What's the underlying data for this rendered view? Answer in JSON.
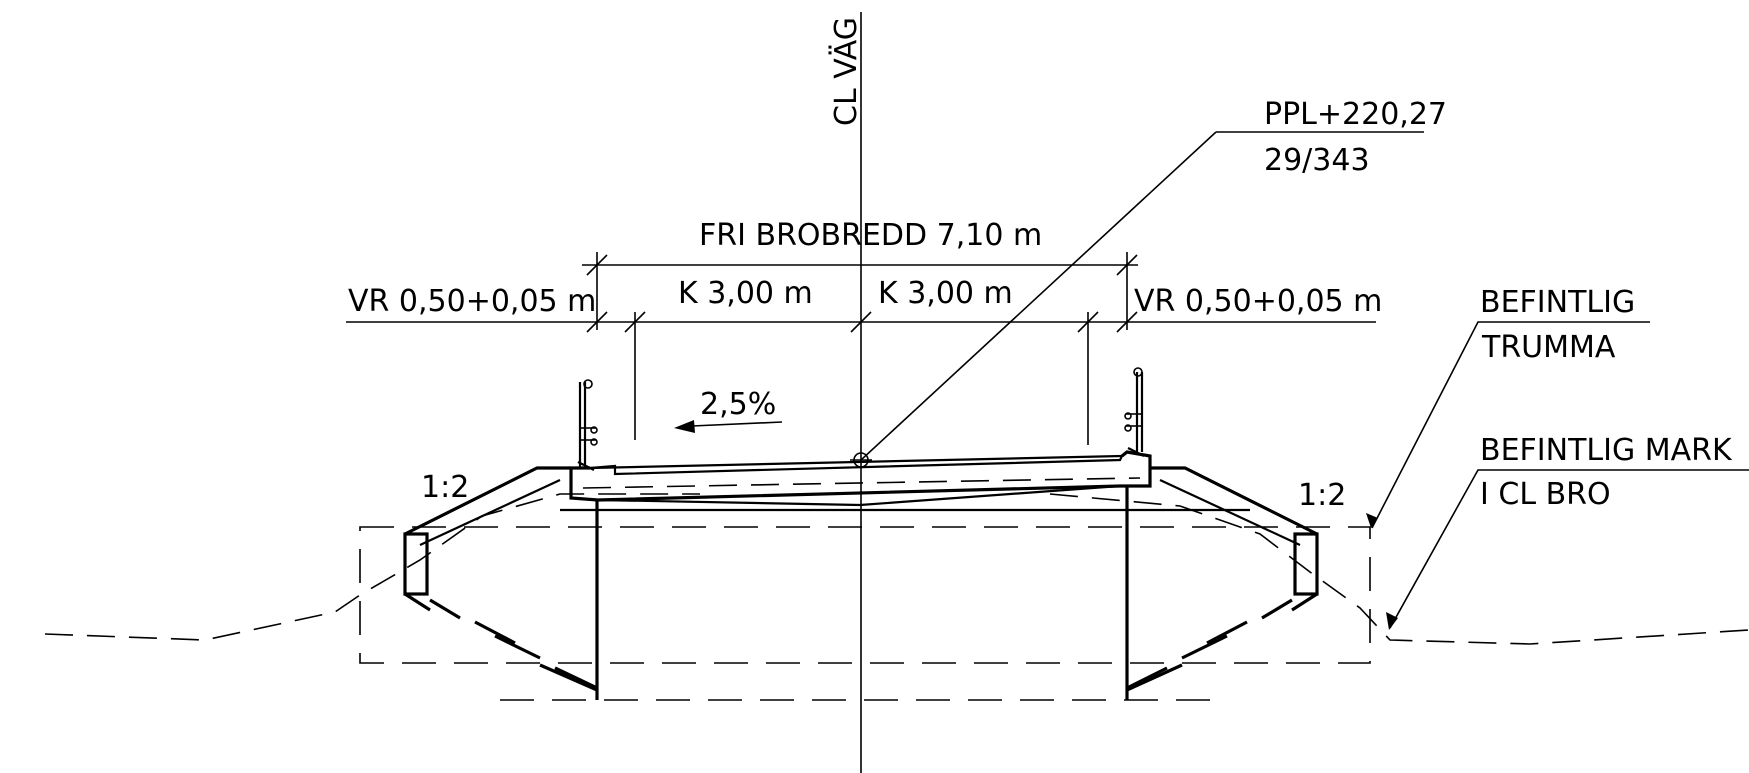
{
  "labels": {
    "centerline": "CL VÄG",
    "ppl": "PPL+220,27",
    "ppl_sub": "29/343",
    "free_width": "FRI BROBREDD 7,10 m",
    "vr_left": "VR 0,50+0,05 m",
    "k_left": "K 3,00 m",
    "k_right": "K 3,00 m",
    "vr_right": "VR 0,50+0,05 m",
    "culvert_line1": "BEFINTLIG",
    "culvert_line2": "TRUMMA",
    "ground_line1": "BEFINTLIG MARK",
    "ground_line2": "I CL BRO",
    "slope": "2,5%",
    "embank_left": "1:2",
    "embank_right": "1:2"
  },
  "colors": {
    "ink": "#000000",
    "background": "#ffffff"
  }
}
